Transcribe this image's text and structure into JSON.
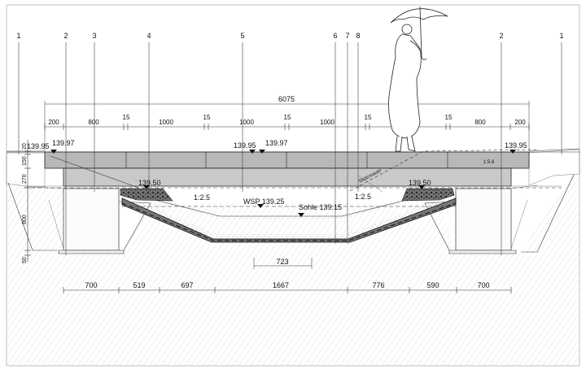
{
  "axis_labels": [
    "1",
    "2",
    "3",
    "4",
    "5",
    "6",
    "7",
    "8",
    "2",
    "1"
  ],
  "total_span_label": "6075",
  "top_dims": [
    "200",
    "800",
    "15",
    "1000",
    "15",
    "1000",
    "15",
    "1000",
    "15",
    "1000",
    "15",
    "800",
    "200"
  ],
  "left_vertical_dims": [
    "20",
    "150",
    "270",
    "800",
    "50"
  ],
  "elevations": {
    "deck_left": "139.95",
    "deck_left_inner": "139.97",
    "deck_mid_left": "139.95",
    "deck_mid_right": "139.97",
    "deck_right": "139.95",
    "bearing_left": "139.50",
    "bearing_right": "139.50",
    "water_level": "WSP 139.25",
    "sole": "Sohle 139.15"
  },
  "slopes": {
    "left": "1:2.5",
    "right": "1:2.5",
    "ramp": "1:5.6"
  },
  "ramp_note": "Stützmauer",
  "channel_width": "723",
  "bottom_dims": [
    "700",
    "519",
    "697",
    "1667",
    "776",
    "590",
    "700"
  ],
  "colors": {
    "deck": "#b8b8b8",
    "girder": "#c9c9c9",
    "line": "#111111",
    "riprap": "#4a4a4a"
  }
}
